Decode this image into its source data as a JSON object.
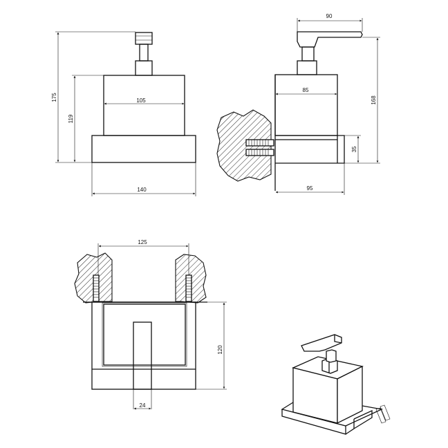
{
  "dimensions": {
    "front_height_total": "175",
    "front_height_container": "119",
    "front_container_width": "105",
    "front_base_width": "140",
    "side_pump_width": "90",
    "side_container_depth": "85",
    "side_height_total": "168",
    "side_base_height": "35",
    "side_base_depth": "95",
    "top_wall_span": "125",
    "top_depth": "120",
    "top_nozzle_width": "24"
  },
  "colors": {
    "line": "#111111",
    "background": "#ffffff"
  }
}
